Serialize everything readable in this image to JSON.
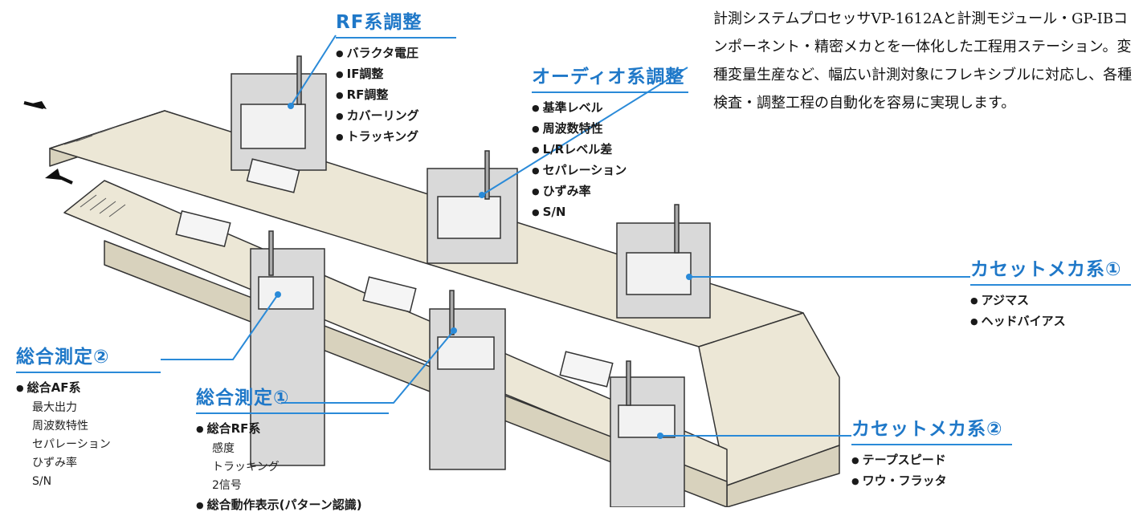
{
  "description": "計測システムプロセッサVP-1612Aと計測モジュール・GP-IBコンポーネント・精密メカとを一体化した工程用ステーション。変種変量生産など、幅広い計測対象にフレキシブルに対応し、各種検査・調整工程の自動化を容易に実現します。",
  "colors": {
    "accent": "#1f78c8",
    "belt": "#ece7d6",
    "belt_side": "#d8d2bd",
    "station": "#d9d9d9",
    "edge": "#333333"
  },
  "callouts": {
    "rf": {
      "title": "RF系調整",
      "items": [
        {
          "label": "バラクタ電圧",
          "sub": []
        },
        {
          "label": "IF調整",
          "sub": []
        },
        {
          "label": "RF調整",
          "sub": []
        },
        {
          "label": "カバーリング",
          "sub": []
        },
        {
          "label": "トラッキング",
          "sub": []
        }
      ]
    },
    "audio": {
      "title": "オーディオ系調整",
      "items": [
        {
          "label": "基準レベル",
          "sub": []
        },
        {
          "label": "周波数特性",
          "sub": []
        },
        {
          "label": "L/Rレベル差",
          "sub": []
        },
        {
          "label": "セパレーション",
          "sub": []
        },
        {
          "label": "ひずみ率",
          "sub": []
        },
        {
          "label": "S/N",
          "sub": []
        }
      ]
    },
    "cassette1": {
      "title": "カセットメカ系①",
      "items": [
        {
          "label": "アジマス",
          "sub": []
        },
        {
          "label": "ヘッドバイアス",
          "sub": []
        }
      ]
    },
    "total2": {
      "title": "総合測定②",
      "items": [
        {
          "label": "総合AF系",
          "sub": [
            "最大出力",
            "周波数特性",
            "セパレーション",
            "ひずみ率",
            "S/N"
          ]
        }
      ]
    },
    "total1": {
      "title": "総合測定①",
      "items": [
        {
          "label": "総合RF系",
          "sub": [
            "感度",
            "トラッキング",
            "2信号"
          ]
        },
        {
          "label": "総合動作表示(パターン認識)",
          "sub": []
        }
      ]
    },
    "cassette2": {
      "title": "カセットメカ系②",
      "items": [
        {
          "label": "テープスピード",
          "sub": []
        },
        {
          "label": "ワウ・フラッタ",
          "sub": []
        }
      ]
    }
  }
}
